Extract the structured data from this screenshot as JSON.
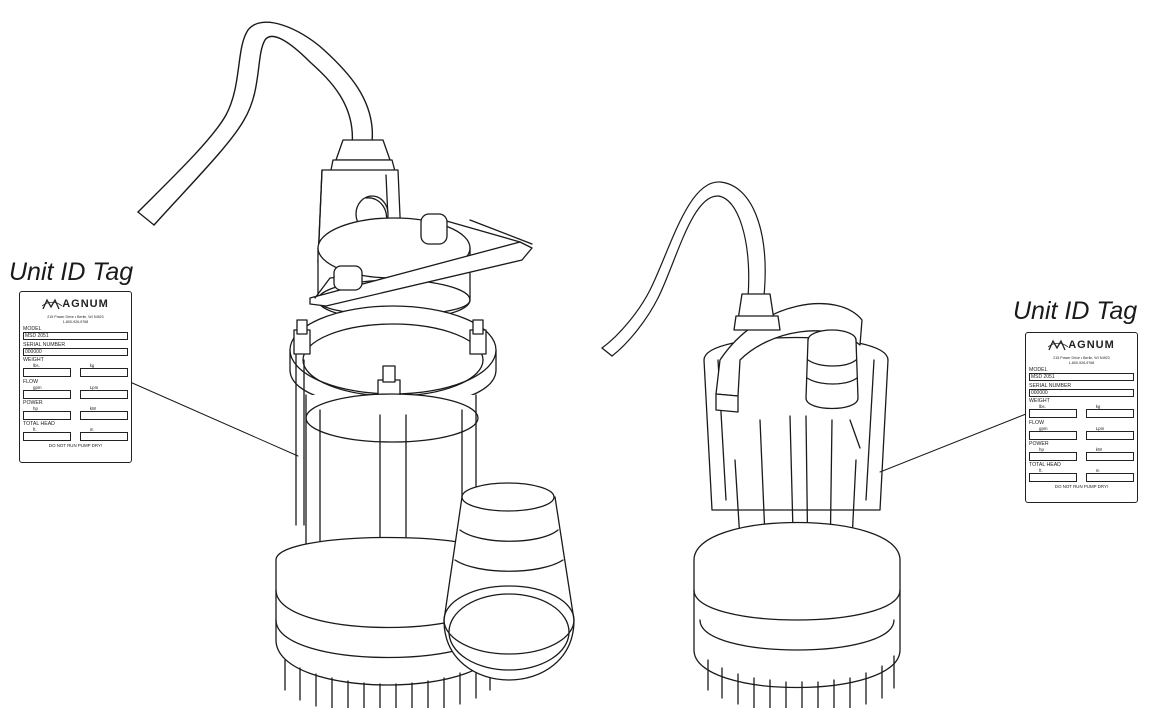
{
  "captions": {
    "left": "Unit ID Tag",
    "right": "Unit ID Tag"
  },
  "tag": {
    "brand": "AGNUM",
    "address": "215 Power Drive • Berlin, WI 54923",
    "phone": "1-800-926-9768",
    "model_label": "MODEL",
    "model_value": "MSD 2051",
    "serial_label": "SERIAL NUMBER",
    "serial_value": "000000",
    "weight_label": "WEIGHT",
    "weight_units": [
      "lbs.",
      "kg"
    ],
    "flow_label": "FLOW",
    "flow_units": [
      "gpm",
      "Lpm"
    ],
    "power_label": "POWER",
    "power_units": [
      "hp",
      "kW"
    ],
    "head_label": "TOTAL HEAD",
    "head_units": [
      "ft.",
      "m"
    ],
    "warning": "DO NOT RUN PUMP DRY!"
  },
  "colors": {
    "line": "#1a1a1a",
    "shade": "#f2f2f2",
    "background": "#ffffff"
  }
}
